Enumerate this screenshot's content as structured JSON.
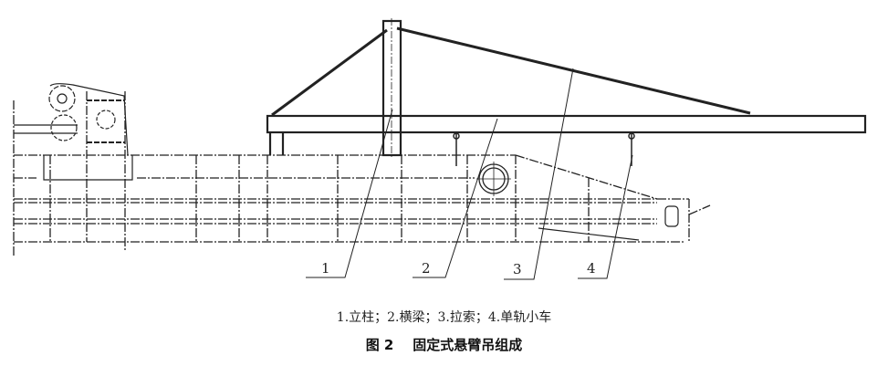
{
  "callouts": [
    "1",
    "2",
    "3",
    "4"
  ],
  "legend": "1.立柱；2.横梁；3.拉索；4.单轨小车",
  "figure": {
    "number": "图 2",
    "title": "固定式悬臂吊组成"
  }
}
